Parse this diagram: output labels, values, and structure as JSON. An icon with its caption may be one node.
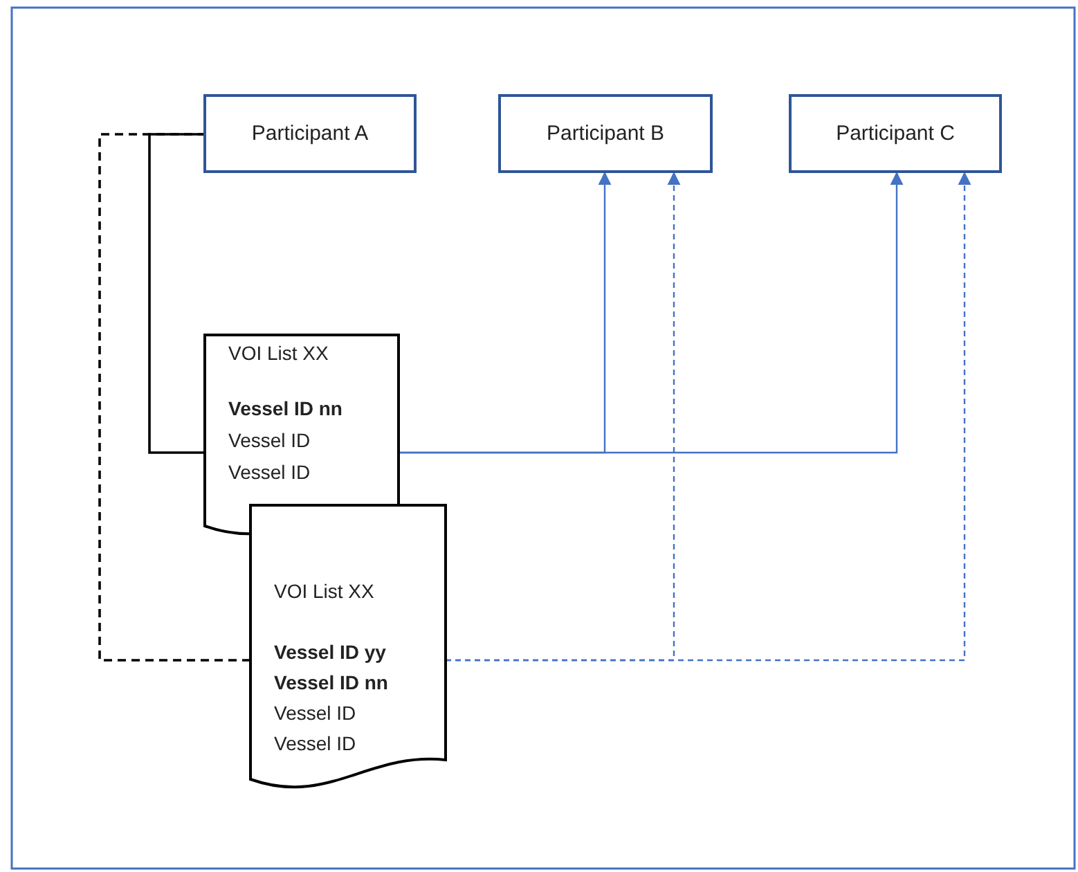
{
  "diagram": {
    "nodes": [
      {
        "text": [
          "Participant A"
        ]
      },
      {
        "text": [
          "Participant B"
        ]
      },
      {
        "text": [
          "Participant C"
        ]
      },
      {
        "text": [
          "VOI List XX",
          "Vessel ID nn",
          "Vessel ID",
          "Vessel ID"
        ]
      },
      {
        "text": [
          "VOI List XX",
          "Vessel ID yy",
          "Vessel ID nn",
          "Vessel ID",
          "Vessel ID"
        ]
      }
    ],
    "edges": [
      {
        "from": 3,
        "to": 0,
        "arrow": "none",
        "color": "#000000"
      },
      {
        "from": 4,
        "to": 0,
        "arrow": "none",
        "style": "dashed",
        "color": "#000000"
      },
      {
        "from": 3,
        "to": 1,
        "arrow": "to"
      },
      {
        "from": 3,
        "to": 2,
        "arrow": "to"
      },
      {
        "from": 4,
        "to": 1,
        "arrow": "to",
        "style": "dashed"
      },
      {
        "from": 4,
        "to": 2,
        "arrow": "to",
        "style": "dashed"
      }
    ]
  }
}
